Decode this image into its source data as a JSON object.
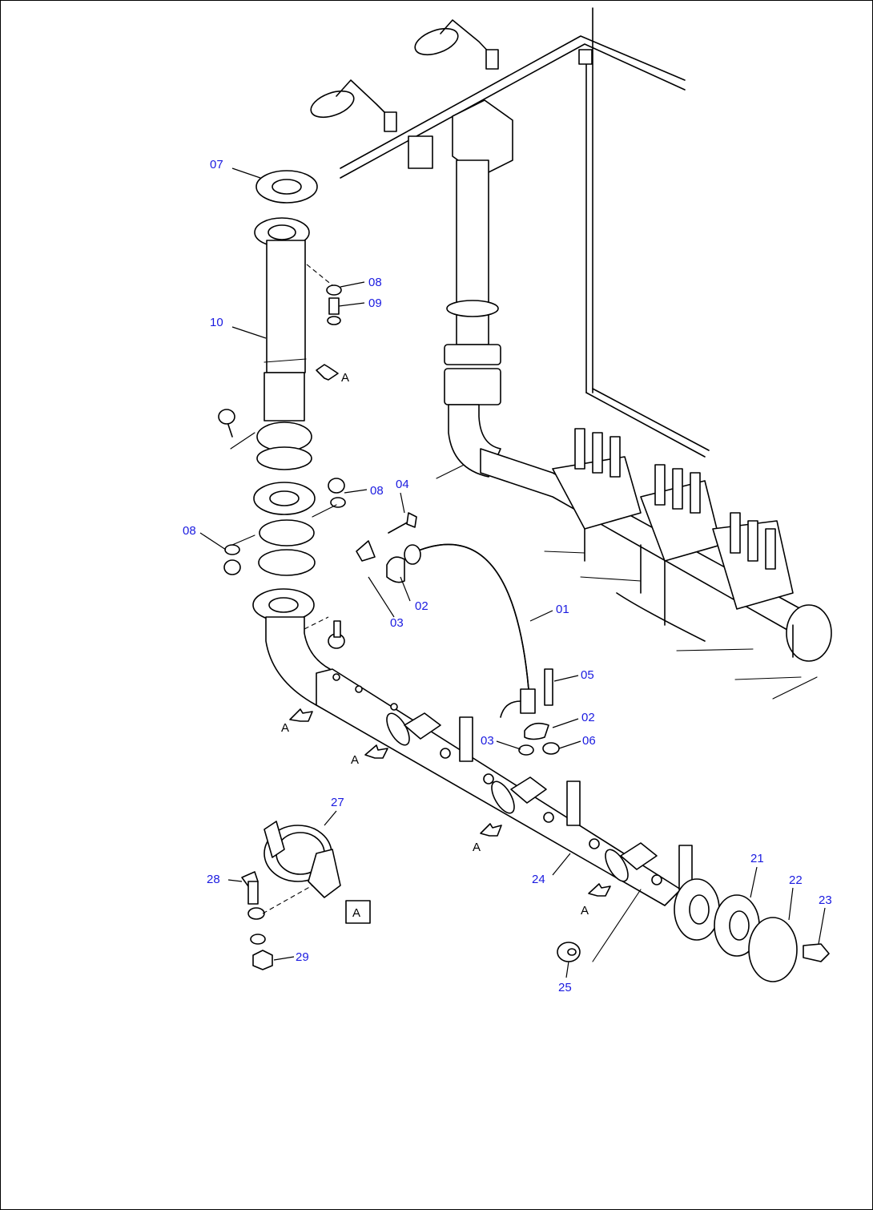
{
  "callouts": {
    "c01": "01",
    "c02a": "02",
    "c02b": "02",
    "c03a": "03",
    "c03b": "03",
    "c04": "04",
    "c05": "05",
    "c06": "06",
    "c07": "07",
    "c08a": "08",
    "c08b": "08",
    "c08c": "08",
    "c09": "09",
    "c10": "10",
    "c21": "21",
    "c22": "22",
    "c23": "23",
    "c24": "24",
    "c25": "25",
    "c27": "27",
    "c28": "28",
    "c29": "29"
  },
  "view_marks": {
    "a1": "A",
    "a2": "A",
    "a3": "A",
    "a4": "A",
    "a5": "A",
    "box": "A"
  },
  "colors": {
    "label": "#1a1ae0",
    "line": "#000000"
  }
}
